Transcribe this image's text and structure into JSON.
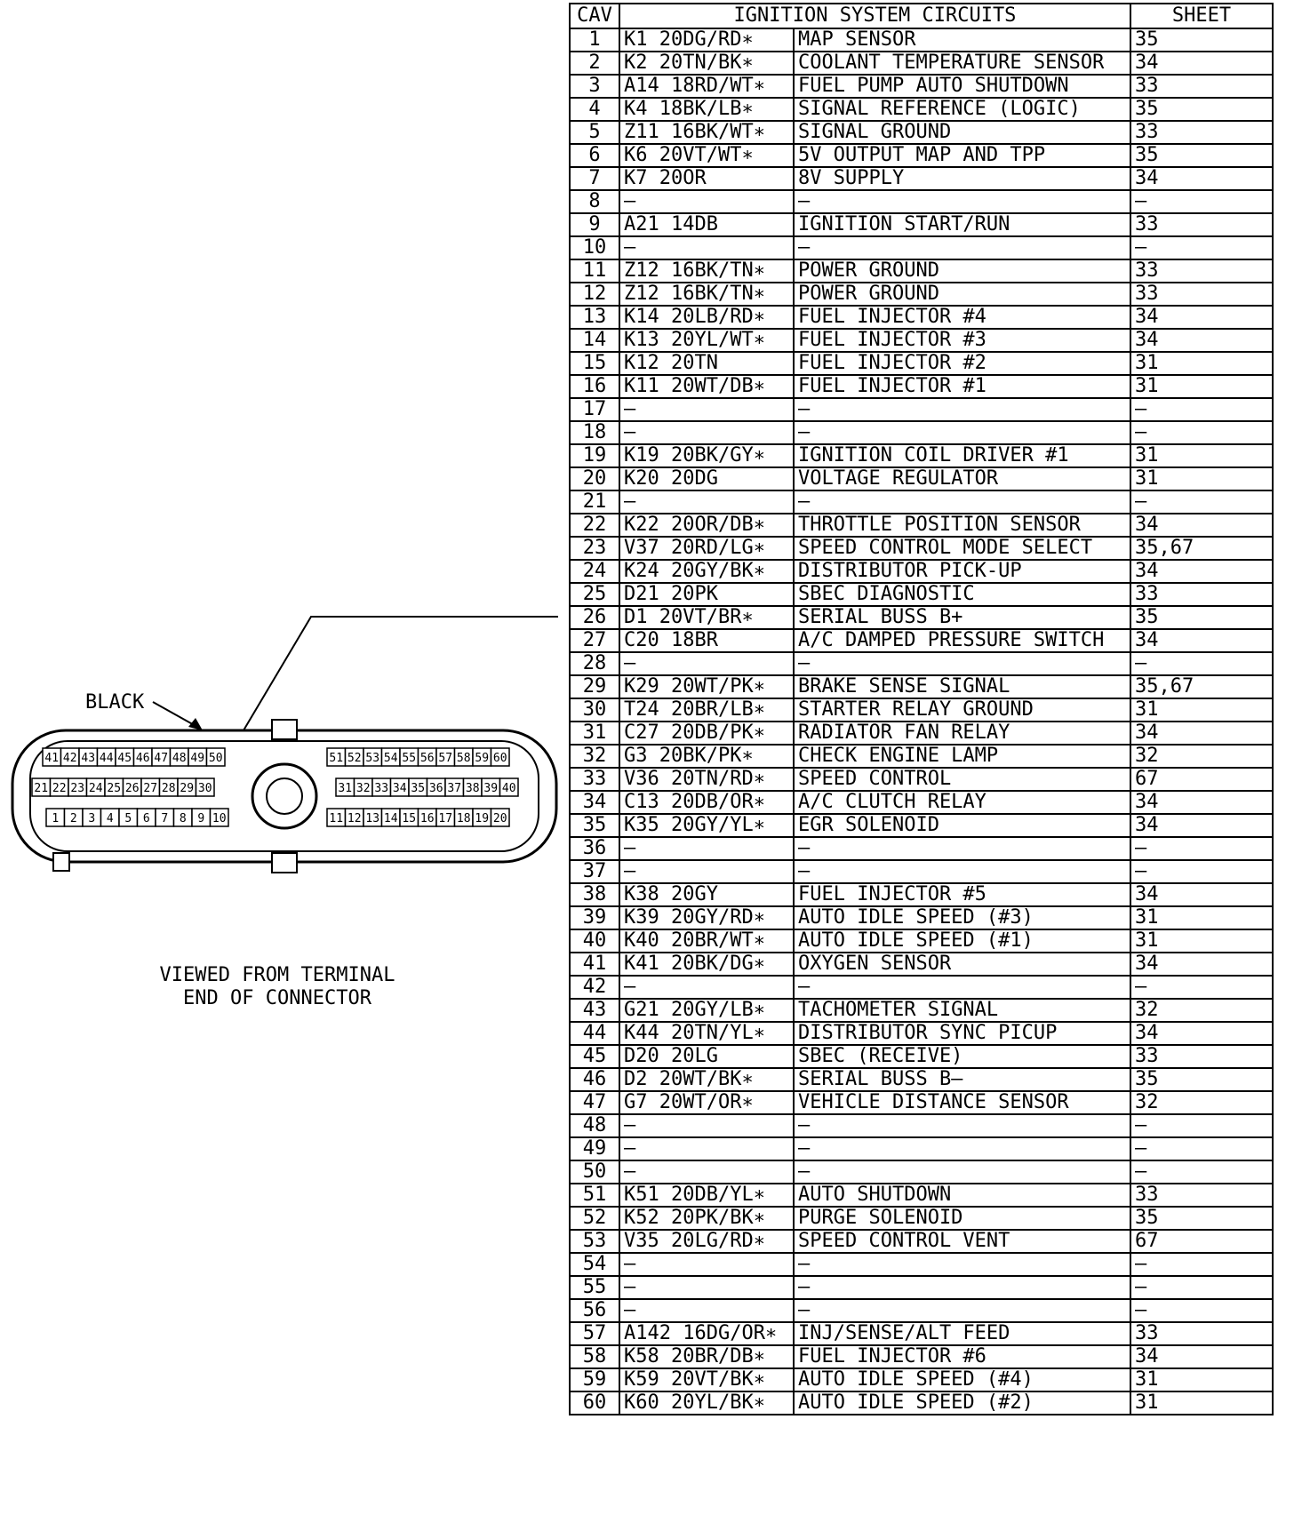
{
  "connector": {
    "color_label": "BLACK",
    "caption_line1": "VIEWED FROM TERMINAL",
    "caption_line2": "END OF CONNECTOR",
    "pins": {
      "left_top": [
        "41",
        "42",
        "43",
        "44",
        "45",
        "46",
        "47",
        "48",
        "49",
        "50"
      ],
      "left_mid": [
        "21",
        "22",
        "23",
        "24",
        "25",
        "26",
        "27",
        "28",
        "29",
        "30"
      ],
      "left_bot": [
        "1",
        "2",
        "3",
        "4",
        "5",
        "6",
        "7",
        "8",
        "9",
        "10"
      ],
      "right_top": [
        "51",
        "52",
        "53",
        "54",
        "55",
        "56",
        "57",
        "58",
        "59",
        "60"
      ],
      "right_mid": [
        "31",
        "32",
        "33",
        "34",
        "35",
        "36",
        "37",
        "38",
        "39",
        "40"
      ],
      "right_bot": [
        "11",
        "12",
        "13",
        "14",
        "15",
        "16",
        "17",
        "18",
        "19",
        "20"
      ]
    }
  },
  "table": {
    "headers": {
      "cav": "CAV",
      "circuits": "IGNITION SYSTEM CIRCUITS",
      "sheet": "SHEET"
    },
    "rows": [
      {
        "cav": "1",
        "wire": "K1 20DG/RD∗",
        "desc": "MAP SENSOR",
        "sheet": "35"
      },
      {
        "cav": "2",
        "wire": "K2 20TN/BK∗",
        "desc": "COOLANT TEMPERATURE SENSOR",
        "sheet": "34"
      },
      {
        "cav": "3",
        "wire": "A14 18RD/WT∗",
        "desc": "FUEL PUMP AUTO SHUTDOWN",
        "sheet": "33"
      },
      {
        "cav": "4",
        "wire": "K4 18BK/LB∗",
        "desc": "SIGNAL REFERENCE (LOGIC)",
        "sheet": "35"
      },
      {
        "cav": "5",
        "wire": "Z11 16BK/WT∗",
        "desc": "SIGNAL GROUND",
        "sheet": "33"
      },
      {
        "cav": "6",
        "wire": "K6 20VT/WT∗",
        "desc": "5V OUTPUT MAP AND TPP",
        "sheet": "35"
      },
      {
        "cav": "7",
        "wire": "K7 20OR",
        "desc": "8V SUPPLY",
        "sheet": "34"
      },
      {
        "cav": "8",
        "wire": "—",
        "desc": "—",
        "sheet": "—"
      },
      {
        "cav": "9",
        "wire": "A21 14DB",
        "desc": "IGNITION START/RUN",
        "sheet": "33"
      },
      {
        "cav": "10",
        "wire": "—",
        "desc": "—",
        "sheet": "—"
      },
      {
        "cav": "11",
        "wire": "Z12 16BK/TN∗",
        "desc": "POWER GROUND",
        "sheet": "33"
      },
      {
        "cav": "12",
        "wire": "Z12 16BK/TN∗",
        "desc": "POWER GROUND",
        "sheet": "33"
      },
      {
        "cav": "13",
        "wire": "K14 20LB/RD∗",
        "desc": "FUEL INJECTOR #4",
        "sheet": "34"
      },
      {
        "cav": "14",
        "wire": "K13 20YL/WT∗",
        "desc": "FUEL INJECTOR #3",
        "sheet": "34"
      },
      {
        "cav": "15",
        "wire": "K12 20TN",
        "desc": "FUEL INJECTOR #2",
        "sheet": "31"
      },
      {
        "cav": "16",
        "wire": "K11 20WT/DB∗",
        "desc": "FUEL INJECTOR #1",
        "sheet": "31"
      },
      {
        "cav": "17",
        "wire": "—",
        "desc": "—",
        "sheet": "—"
      },
      {
        "cav": "18",
        "wire": "—",
        "desc": "—",
        "sheet": "—"
      },
      {
        "cav": "19",
        "wire": "K19 20BK/GY∗",
        "desc": "IGNITION COIL DRIVER #1",
        "sheet": "31"
      },
      {
        "cav": "20",
        "wire": "K20 20DG",
        "desc": "VOLTAGE REGULATOR",
        "sheet": "31"
      },
      {
        "cav": "21",
        "wire": "—",
        "desc": "—",
        "sheet": "—"
      },
      {
        "cav": "22",
        "wire": "K22 20OR/DB∗",
        "desc": "THROTTLE POSITION SENSOR",
        "sheet": "34"
      },
      {
        "cav": "23",
        "wire": "V37 20RD/LG∗",
        "desc": "SPEED CONTROL MODE SELECT",
        "sheet": "35,67"
      },
      {
        "cav": "24",
        "wire": "K24 20GY/BK∗",
        "desc": "DISTRIBUTOR PICK-UP",
        "sheet": "34"
      },
      {
        "cav": "25",
        "wire": "D21 20PK",
        "desc": "SBEC DIAGNOSTIC",
        "sheet": "33"
      },
      {
        "cav": "26",
        "wire": "D1 20VT/BR∗",
        "desc": "SERIAL BUSS B+",
        "sheet": "35"
      },
      {
        "cav": "27",
        "wire": "C20 18BR",
        "desc": "A/C DAMPED PRESSURE SWITCH",
        "sheet": "34"
      },
      {
        "cav": "28",
        "wire": "—",
        "desc": "—",
        "sheet": "—"
      },
      {
        "cav": "29",
        "wire": "K29 20WT/PK∗",
        "desc": "BRAKE SENSE SIGNAL",
        "sheet": "35,67"
      },
      {
        "cav": "30",
        "wire": "T24 20BR/LB∗",
        "desc": "STARTER RELAY GROUND",
        "sheet": "31"
      },
      {
        "cav": "31",
        "wire": "C27 20DB/PK∗",
        "desc": "RADIATOR FAN RELAY",
        "sheet": "34"
      },
      {
        "cav": "32",
        "wire": "G3 20BK/PK∗",
        "desc": "CHECK ENGINE LAMP",
        "sheet": "32"
      },
      {
        "cav": "33",
        "wire": "V36 20TN/RD∗",
        "desc": "SPEED CONTROL",
        "sheet": "67"
      },
      {
        "cav": "34",
        "wire": "C13 20DB/OR∗",
        "desc": "A/C CLUTCH RELAY",
        "sheet": "34"
      },
      {
        "cav": "35",
        "wire": "K35 20GY/YL∗",
        "desc": "EGR SOLENOID",
        "sheet": "34"
      },
      {
        "cav": "36",
        "wire": "—",
        "desc": "—",
        "sheet": "—"
      },
      {
        "cav": "37",
        "wire": "—",
        "desc": "—",
        "sheet": "—"
      },
      {
        "cav": "38",
        "wire": "K38 20GY",
        "desc": "FUEL INJECTOR #5",
        "sheet": "34"
      },
      {
        "cav": "39",
        "wire": "K39 20GY/RD∗",
        "desc": "AUTO IDLE SPEED (#3)",
        "sheet": "31"
      },
      {
        "cav": "40",
        "wire": "K40 20BR/WT∗",
        "desc": "AUTO IDLE SPEED (#1)",
        "sheet": "31"
      },
      {
        "cav": "41",
        "wire": "K41 20BK/DG∗",
        "desc": "OXYGEN SENSOR",
        "sheet": "34"
      },
      {
        "cav": "42",
        "wire": "—",
        "desc": "—",
        "sheet": "—"
      },
      {
        "cav": "43",
        "wire": "G21 20GY/LB∗",
        "desc": "TACHOMETER SIGNAL",
        "sheet": "32"
      },
      {
        "cav": "44",
        "wire": "K44 20TN/YL∗",
        "desc": "DISTRIBUTOR SYNC PICUP",
        "sheet": "34"
      },
      {
        "cav": "45",
        "wire": "D20 20LG",
        "desc": "SBEC (RECEIVE)",
        "sheet": "33"
      },
      {
        "cav": "46",
        "wire": "D2 20WT/BK∗",
        "desc": "SERIAL BUSS B—",
        "sheet": "35"
      },
      {
        "cav": "47",
        "wire": "G7 20WT/OR∗",
        "desc": "VEHICLE DISTANCE SENSOR",
        "sheet": "32"
      },
      {
        "cav": "48",
        "wire": "—",
        "desc": "—",
        "sheet": "—"
      },
      {
        "cav": "49",
        "wire": "—",
        "desc": "—",
        "sheet": "—"
      },
      {
        "cav": "50",
        "wire": "—",
        "desc": "—",
        "sheet": "—"
      },
      {
        "cav": "51",
        "wire": "K51 20DB/YL∗",
        "desc": "AUTO SHUTDOWN",
        "sheet": "33"
      },
      {
        "cav": "52",
        "wire": "K52 20PK/BK∗",
        "desc": "PURGE SOLENOID",
        "sheet": "35"
      },
      {
        "cav": "53",
        "wire": "V35 20LG/RD∗",
        "desc": "SPEED CONTROL VENT",
        "sheet": "67"
      },
      {
        "cav": "54",
        "wire": "—",
        "desc": "—",
        "sheet": "—"
      },
      {
        "cav": "55",
        "wire": "—",
        "desc": "—",
        "sheet": "—"
      },
      {
        "cav": "56",
        "wire": "—",
        "desc": "—",
        "sheet": "—"
      },
      {
        "cav": "57",
        "wire": "A142 16DG/OR∗",
        "desc": "INJ/SENSE/ALT FEED",
        "sheet": "33"
      },
      {
        "cav": "58",
        "wire": "K58 20BR/DB∗",
        "desc": "FUEL INJECTOR #6",
        "sheet": "34"
      },
      {
        "cav": "59",
        "wire": "K59 20VT/BK∗",
        "desc": "AUTO IDLE SPEED (#4)",
        "sheet": "31"
      },
      {
        "cav": "60",
        "wire": "K60 20YL/BK∗",
        "desc": "AUTO IDLE SPEED (#2)",
        "sheet": "31"
      }
    ]
  }
}
